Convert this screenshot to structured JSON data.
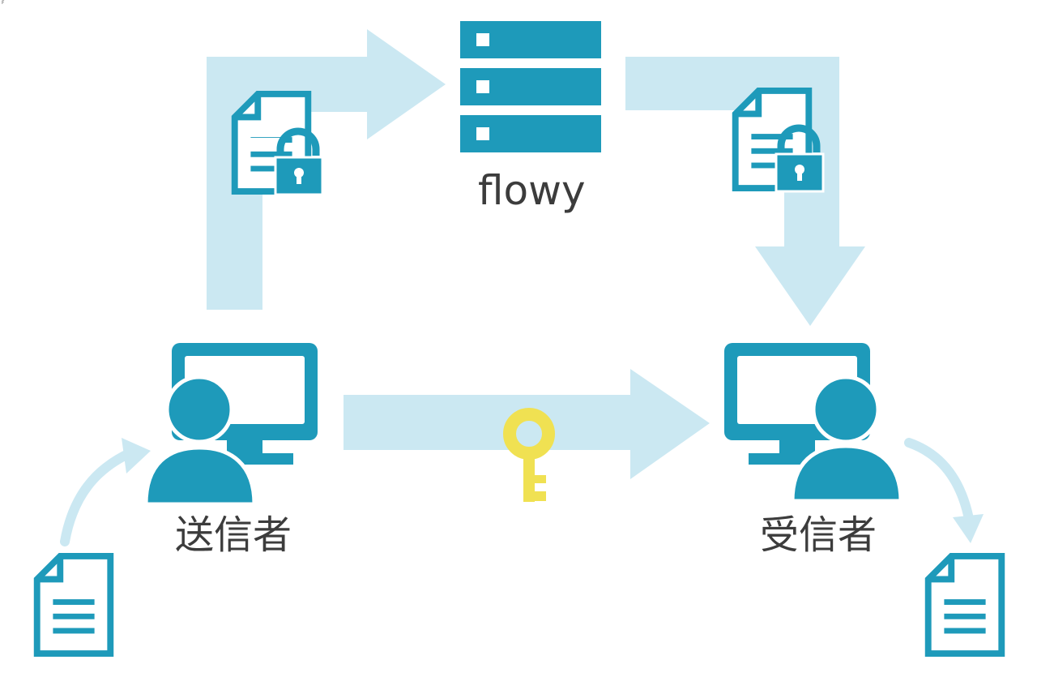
{
  "colors": {
    "primary": "#1e9aba",
    "arrow": "#cbe8f2",
    "key": "#f0e152",
    "text": "#3c3c3c"
  },
  "corner_mark": "F",
  "server": {
    "label": "flowy",
    "icon": "server-icon"
  },
  "sender": {
    "label": "送信者",
    "icon": "user-at-computer-icon"
  },
  "receiver": {
    "label": "受信者",
    "icon": "user-at-computer-icon"
  },
  "encrypted_documents": [
    {
      "icon": "locked-document-icon"
    },
    {
      "icon": "locked-document-icon"
    }
  ],
  "key": {
    "icon": "key-icon"
  },
  "plain_documents": [
    {
      "icon": "document-icon"
    },
    {
      "icon": "document-icon"
    }
  ]
}
